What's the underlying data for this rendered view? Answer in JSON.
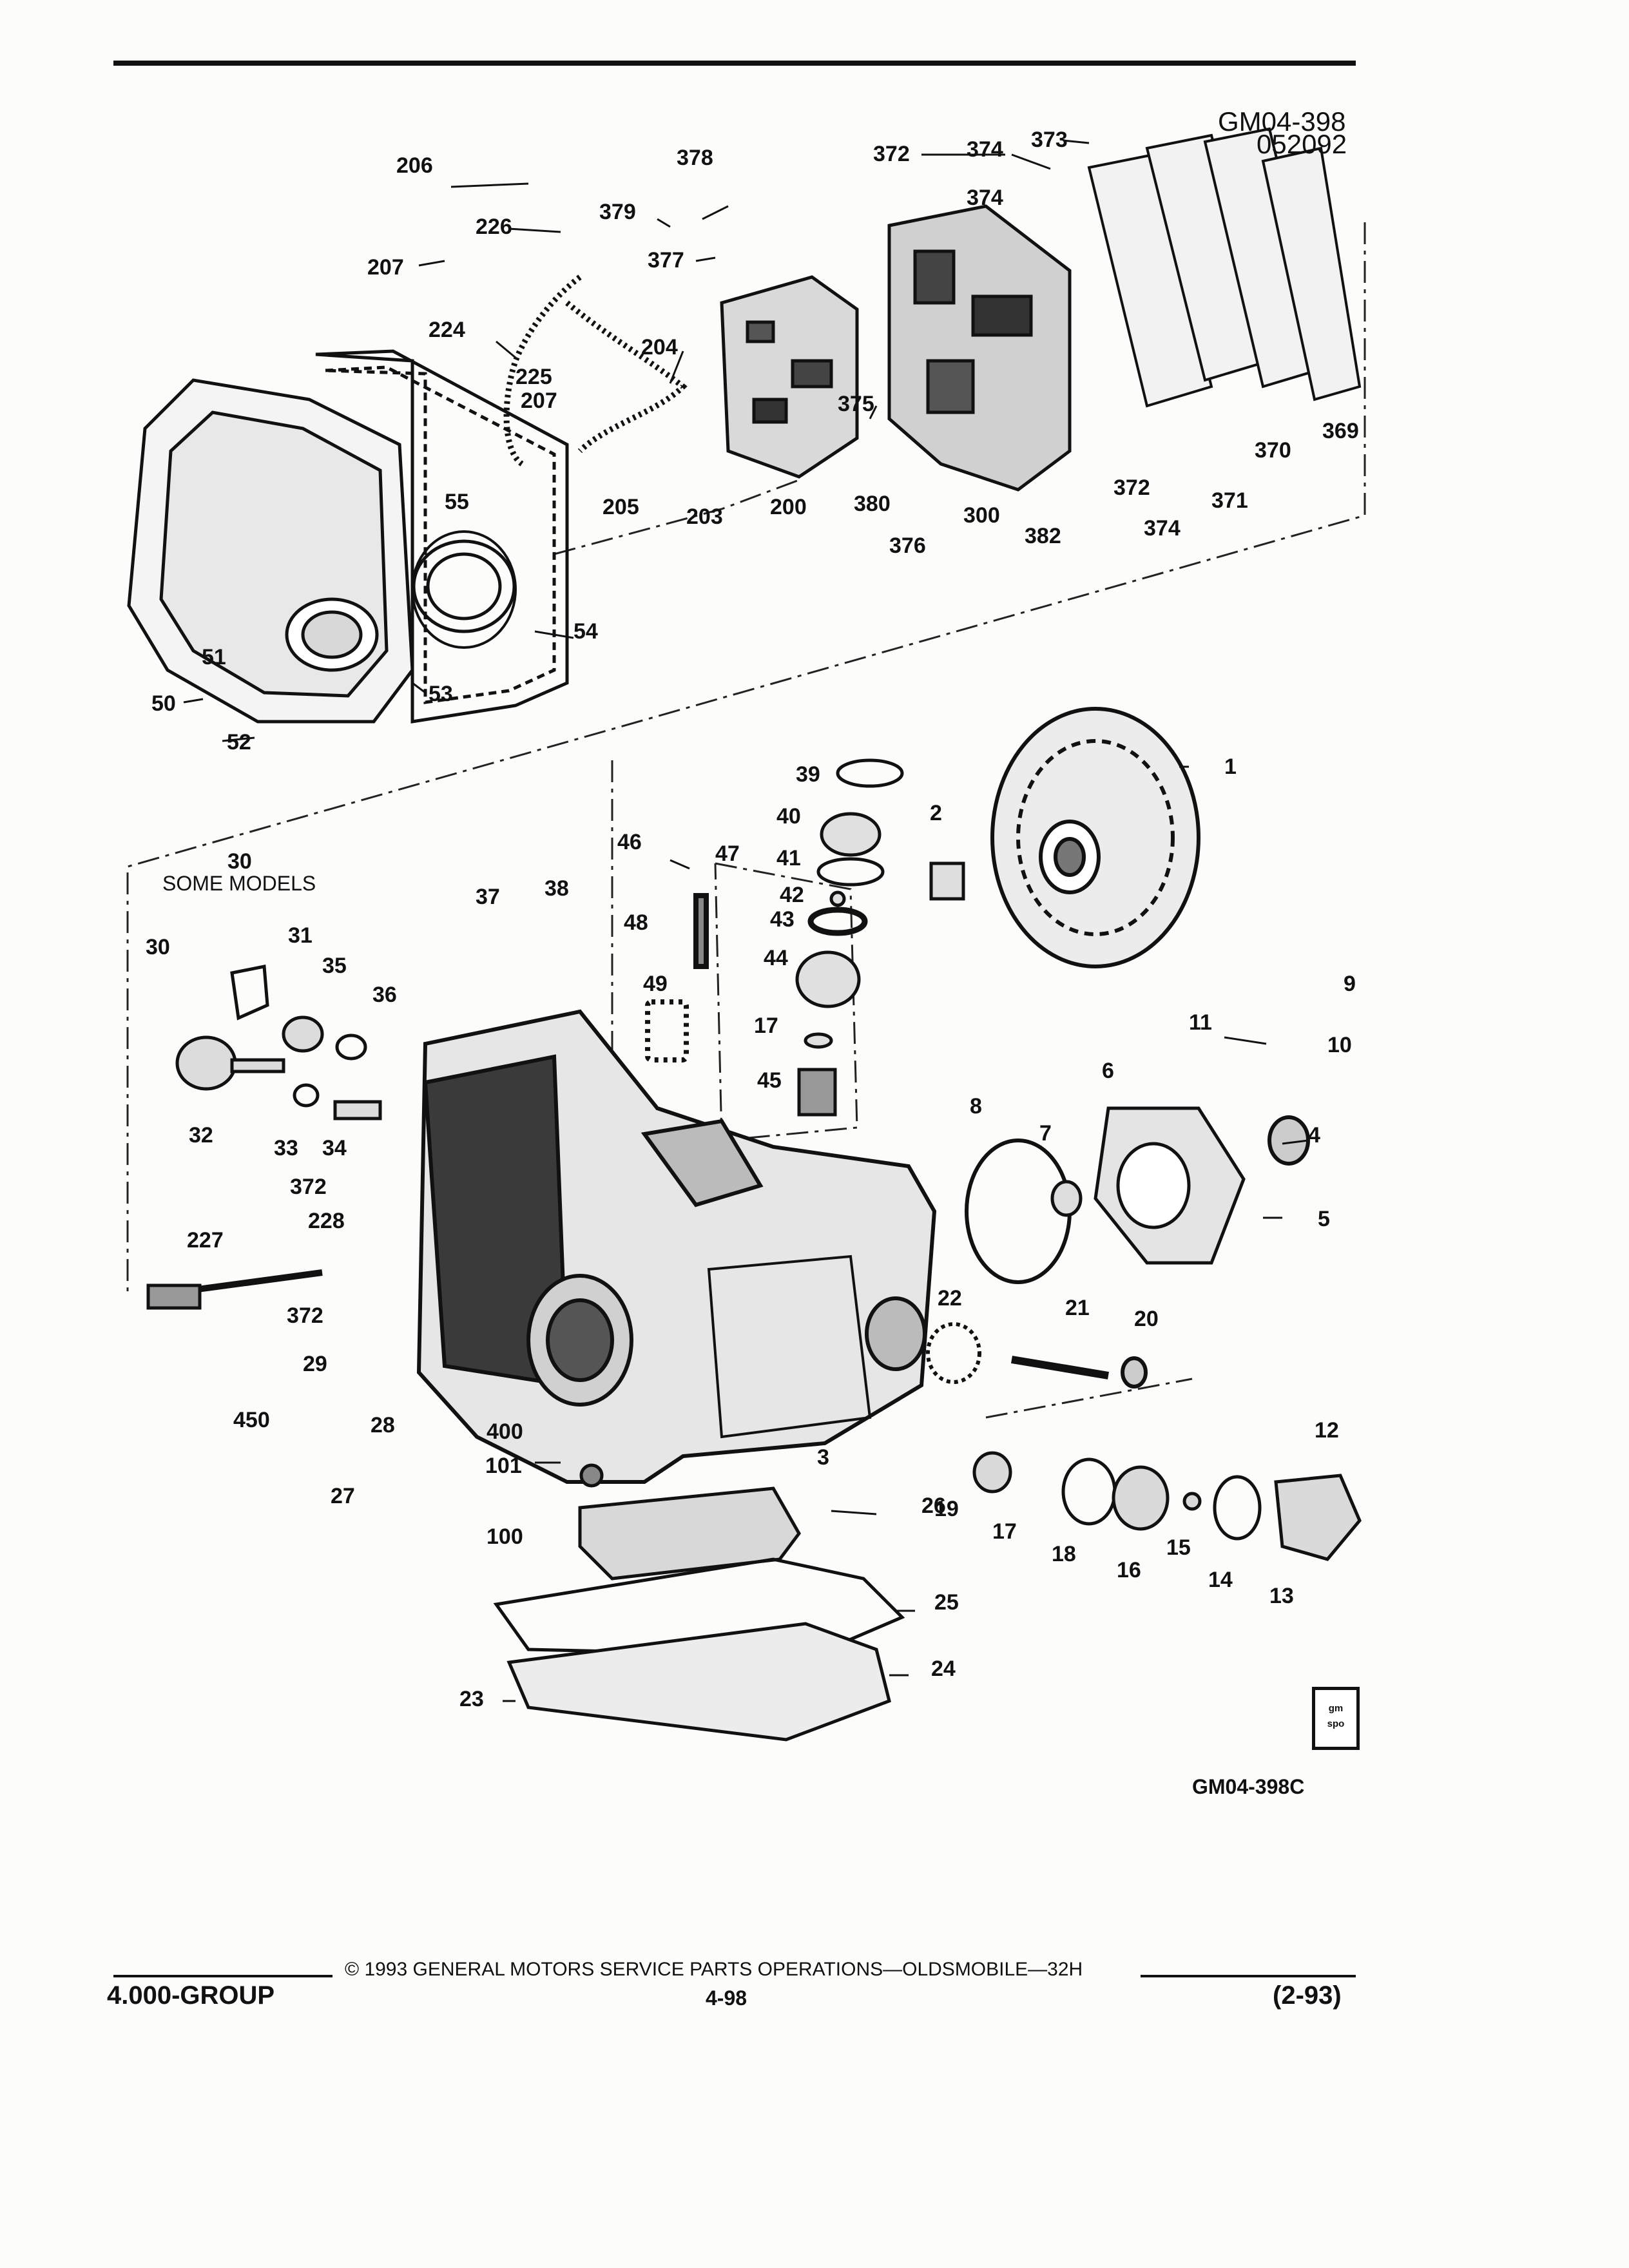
{
  "diagram": {
    "ref_top_line1": "GM04-398",
    "ref_top_line2": "052092",
    "ref_bottom": "GM04-398C",
    "some_models_note": "SOME MODELS",
    "logo_text": [
      "gm",
      "spo"
    ],
    "labels": [
      "206",
      "226",
      "207",
      "224",
      "225",
      "207",
      "204",
      "205",
      "203",
      "200",
      "378",
      "379",
      "377",
      "375",
      "380",
      "376",
      "372",
      "374",
      "373",
      "374",
      "300",
      "382",
      "372",
      "374",
      "371",
      "370",
      "369",
      "55",
      "54",
      "53",
      "51",
      "50",
      "52",
      "39",
      "40",
      "41",
      "42",
      "43",
      "44",
      "17",
      "45",
      "46",
      "47",
      "48",
      "49",
      "2",
      "1",
      "30",
      "30",
      "31",
      "35",
      "36",
      "32",
      "33",
      "34",
      "37",
      "38",
      "372",
      "228",
      "227",
      "372",
      "29",
      "450",
      "28",
      "400",
      "27",
      "101",
      "100",
      "9",
      "10",
      "11",
      "6",
      "4",
      "5",
      "8",
      "7",
      "22",
      "21",
      "20",
      "3",
      "12",
      "19",
      "17",
      "18",
      "16",
      "15",
      "14",
      "13",
      "26",
      "25",
      "24",
      "23"
    ]
  },
  "footer": {
    "copyright": "© 1993 GENERAL MOTORS SERVICE PARTS OPERATIONS—OLDSMOBILE—32H",
    "group": "4.000-GROUP",
    "page_number": "4-98",
    "date_code": "(2-93)"
  }
}
